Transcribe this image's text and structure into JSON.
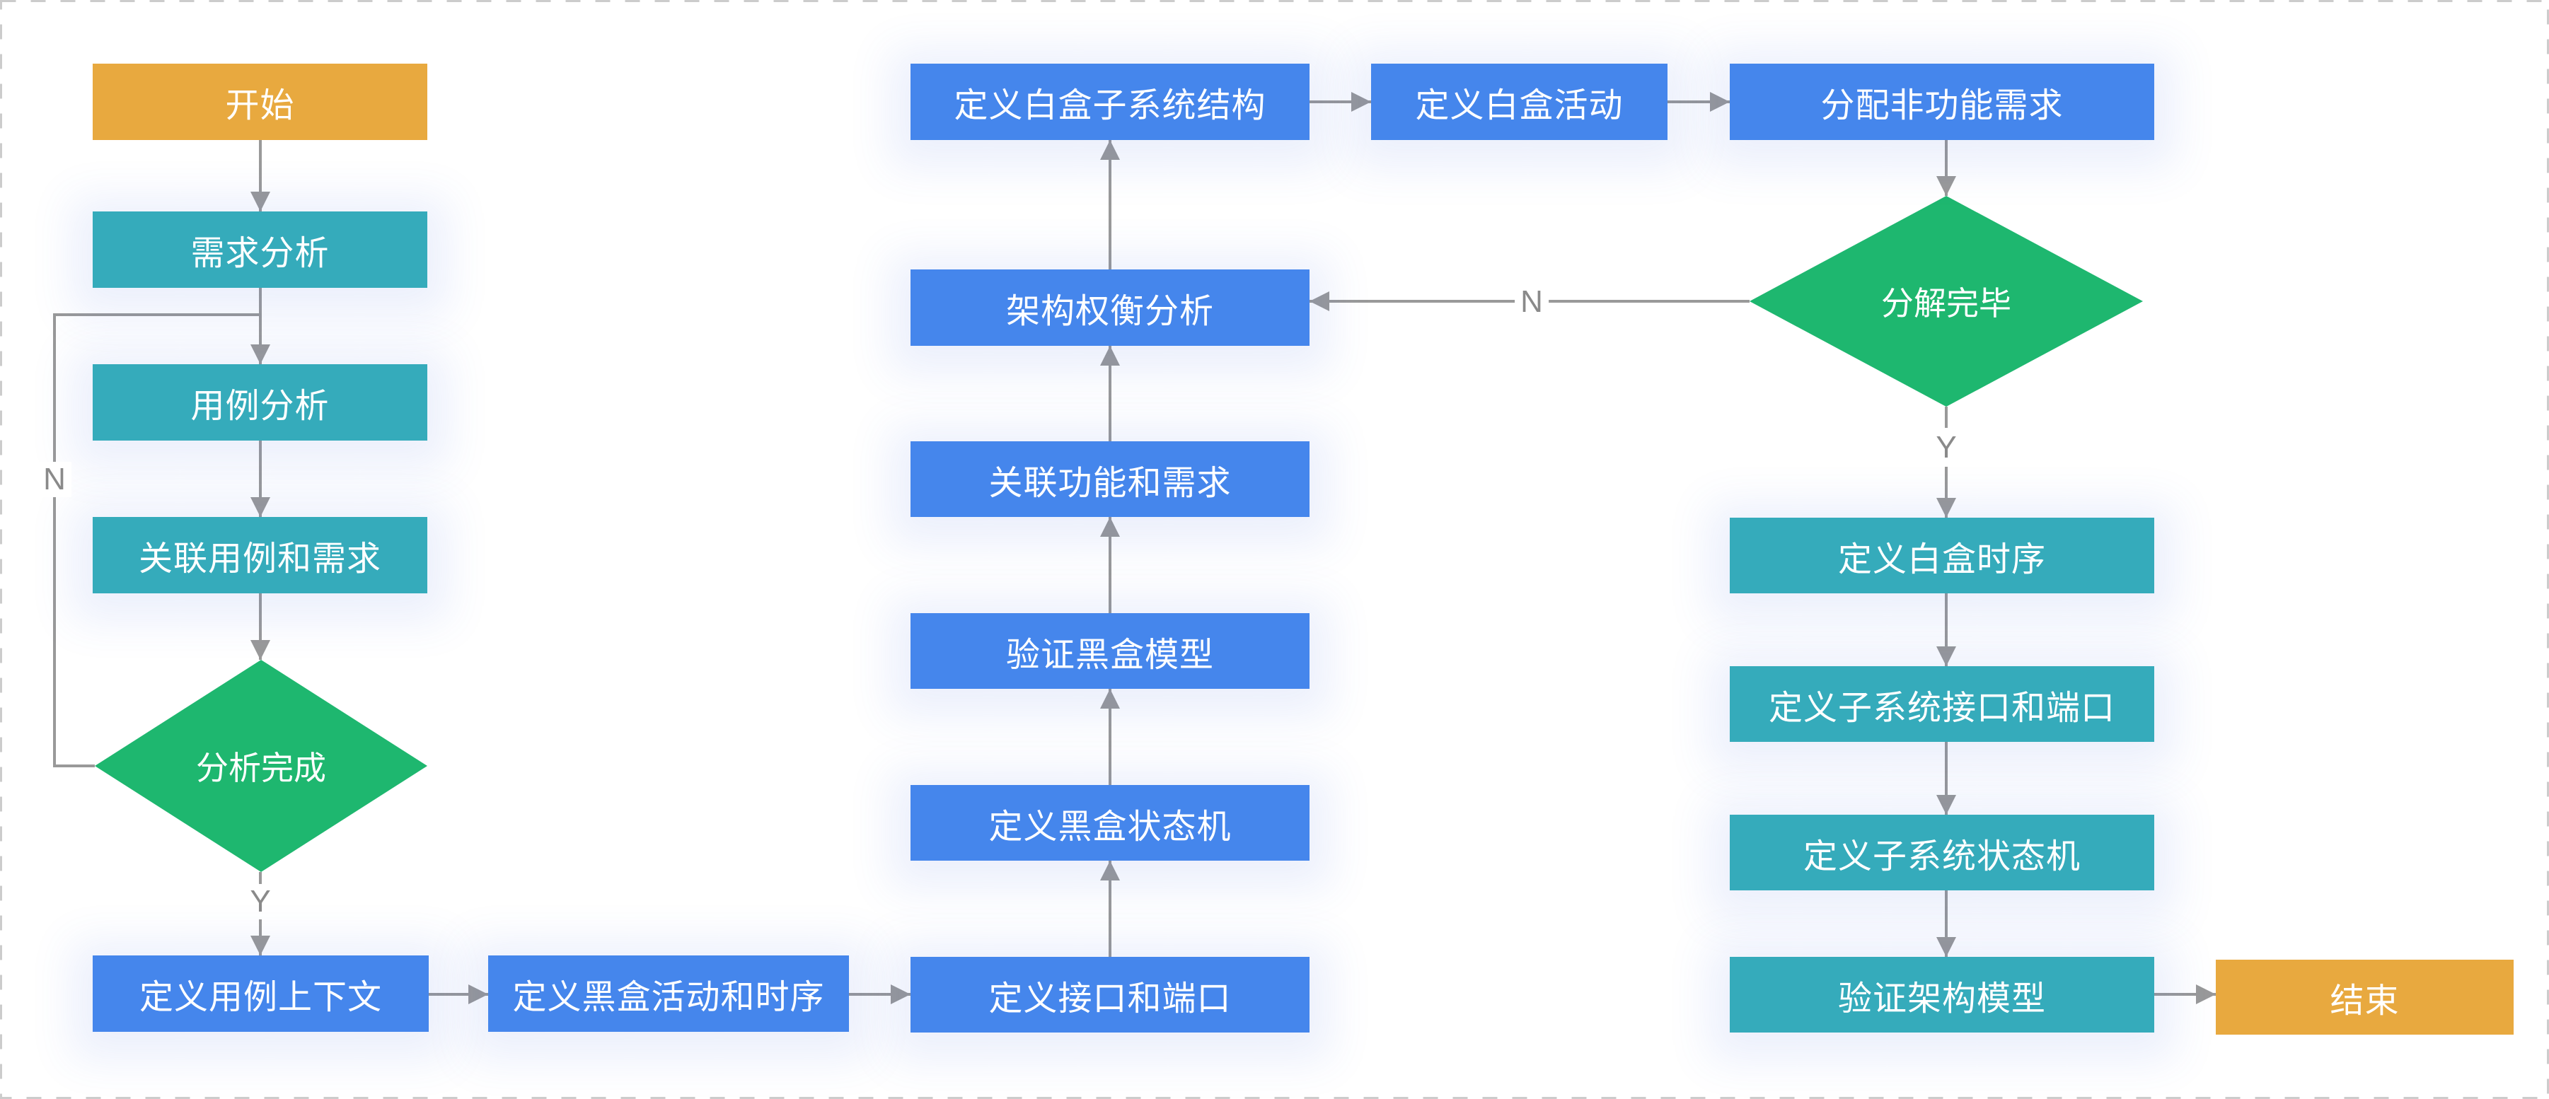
{
  "colors": {
    "terminal": "#E8A93F",
    "analysis": "#35ABBB",
    "process": "#4586EC",
    "decision": "#1EB76F",
    "connector": "#999999",
    "border": "#CCCCCC"
  },
  "nodes": {
    "start": "开始",
    "requirements_analysis": "需求分析",
    "use_case_analysis": "用例分析",
    "link_use_cases_requirements": "关联用例和需求",
    "analysis_complete": "分析完成",
    "define_use_case_context": "定义用例上下文",
    "define_blackbox_activity_sequence": "定义黑盒活动和时序",
    "define_interfaces_ports": "定义接口和端口",
    "define_blackbox_state_machine": "定义黑盒状态机",
    "verify_blackbox_model": "验证黑盒模型",
    "link_functions_requirements": "关联功能和需求",
    "architecture_tradeoff_analysis": "架构权衡分析",
    "define_whitebox_subsystem_structure": "定义白盒子系统结构",
    "define_whitebox_activity": "定义白盒活动",
    "allocate_nonfunctional_requirements": "分配非功能需求",
    "decomposition_complete": "分解完毕",
    "define_whitebox_sequence": "定义白盒时序",
    "define_subsystem_interfaces_ports": "定义子系统接口和端口",
    "define_subsystem_state_machine": "定义子系统状态机",
    "verify_architecture_model": "验证架构模型",
    "end": "结束"
  },
  "edge_labels": {
    "analysis_no": "N",
    "analysis_yes": "Y",
    "decomposition_no": "N",
    "decomposition_yes": "Y"
  }
}
